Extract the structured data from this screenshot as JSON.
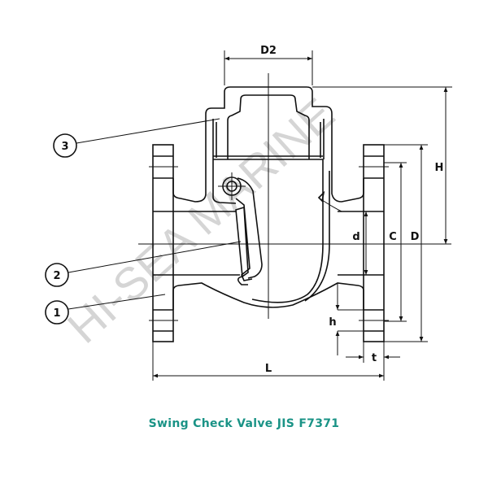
{
  "title": "Swing Check Valve JIS F7371",
  "watermark": "HI-SEA MARINE",
  "dimensions": {
    "D2": "D2",
    "H": "H",
    "d": "d",
    "C": "C",
    "D": "D",
    "h": "h",
    "t": "t",
    "L": "L"
  },
  "callouts": [
    "1",
    "2",
    "3"
  ],
  "colors": {
    "title": "#1a9386",
    "line": "#111111",
    "watermark": "#c8c8c8"
  }
}
